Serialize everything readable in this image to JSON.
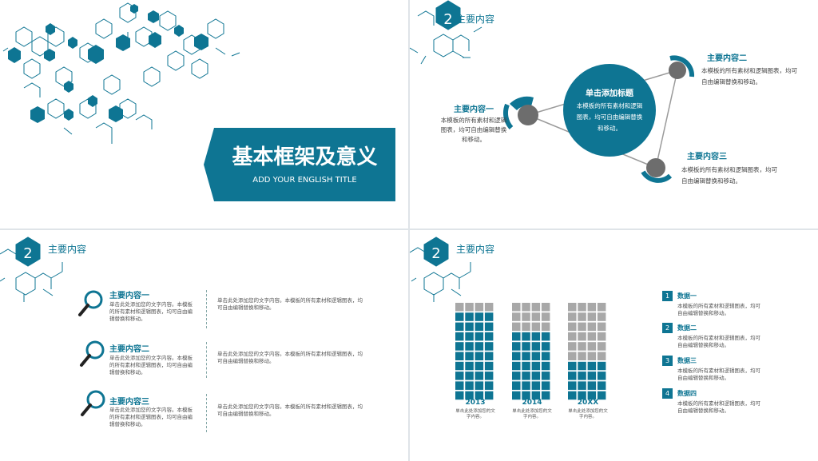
{
  "colors": {
    "teal": "#0e7593",
    "grey": "#a8a8a8",
    "dark_grey": "#6d6d6d",
    "line": "#9a9a9a"
  },
  "icons": {
    "section_badge": "hexagon-number-icon",
    "magnifier": "magnifier-icon",
    "molecule": "molecule-decoration-icon"
  },
  "slide1": {
    "title": "基本框架及意义",
    "subtitle": "ADD YOUR ENGLISH TITLE"
  },
  "slide2": {
    "section_number": "2",
    "section_title": "主要内容",
    "center_title": "单击添加标题",
    "center_text": "本模板的所有素材和逻辑图表，均可自由编辑替换和移动。",
    "item1": {
      "title": "主要内容一",
      "text": "本模板的所有素材和逻辑图表，均可自由编辑替换和移动。"
    },
    "item2": {
      "title": "主要内容二",
      "text": "本模板的所有素材和逻辑图表，均可自由编辑替换和移动。"
    },
    "item3": {
      "title": "主要内容三",
      "text": "本模板的所有素材和逻辑图表，均可自由编辑替换和移动。"
    }
  },
  "slide3": {
    "section_number": "2",
    "section_title": "主要内容",
    "rows": [
      {
        "title": "主要内容一",
        "text": "单击此处添加您的文字内容。本模板的所有素材和逻辑图表，均可自由编辑替换和移动。",
        "side_text": "单击此处添加您的文字内容。本模板的所有素材和逻辑图表，均可自由编辑替换和移动。"
      },
      {
        "title": "主要内容二",
        "text": "单击此处添加您的文字内容。本模板的所有素材和逻辑图表，均可自由编辑替换和移动。",
        "side_text": "单击此处添加您的文字内容。本模板的所有素材和逻辑图表，均可自由编辑替换和移动。"
      },
      {
        "title": "主要内容三",
        "text": "单击此处添加您的文字内容。本模板的所有素材和逻辑图表，均可自由编辑替换和移动。",
        "side_text": "单击此处添加您的文字内容。本模板的所有素材和逻辑图表，均可自由编辑替换和移动。"
      }
    ]
  },
  "slide4": {
    "section_number": "2",
    "section_title": "主要内容",
    "chart_data": {
      "type": "bar",
      "style": "waffle columns, 4 squares per row, 10 rows",
      "categories": [
        "2013",
        "2014",
        "20XX"
      ],
      "values_filled_rows": [
        9,
        7,
        4
      ],
      "total_rows": 10,
      "captions": [
        "单击此处添加您的文字内容。",
        "单击此处添加您的文字内容。",
        "单击此处添加您的文字内容。"
      ]
    },
    "data_items": [
      {
        "num": "1",
        "title": "数据一",
        "text": "本模板的所有素材和逻辑图表，均可自由编辑替换和移动。"
      },
      {
        "num": "2",
        "title": "数据二",
        "text": "本模板的所有素材和逻辑图表，均可自由编辑替换和移动。"
      },
      {
        "num": "3",
        "title": "数据三",
        "text": "本模板的所有素材和逻辑图表，均可自由编辑替换和移动。"
      },
      {
        "num": "4",
        "title": "数据四",
        "text": "本模板的所有素材和逻辑图表，均可自由编辑替换和移动。"
      }
    ]
  }
}
